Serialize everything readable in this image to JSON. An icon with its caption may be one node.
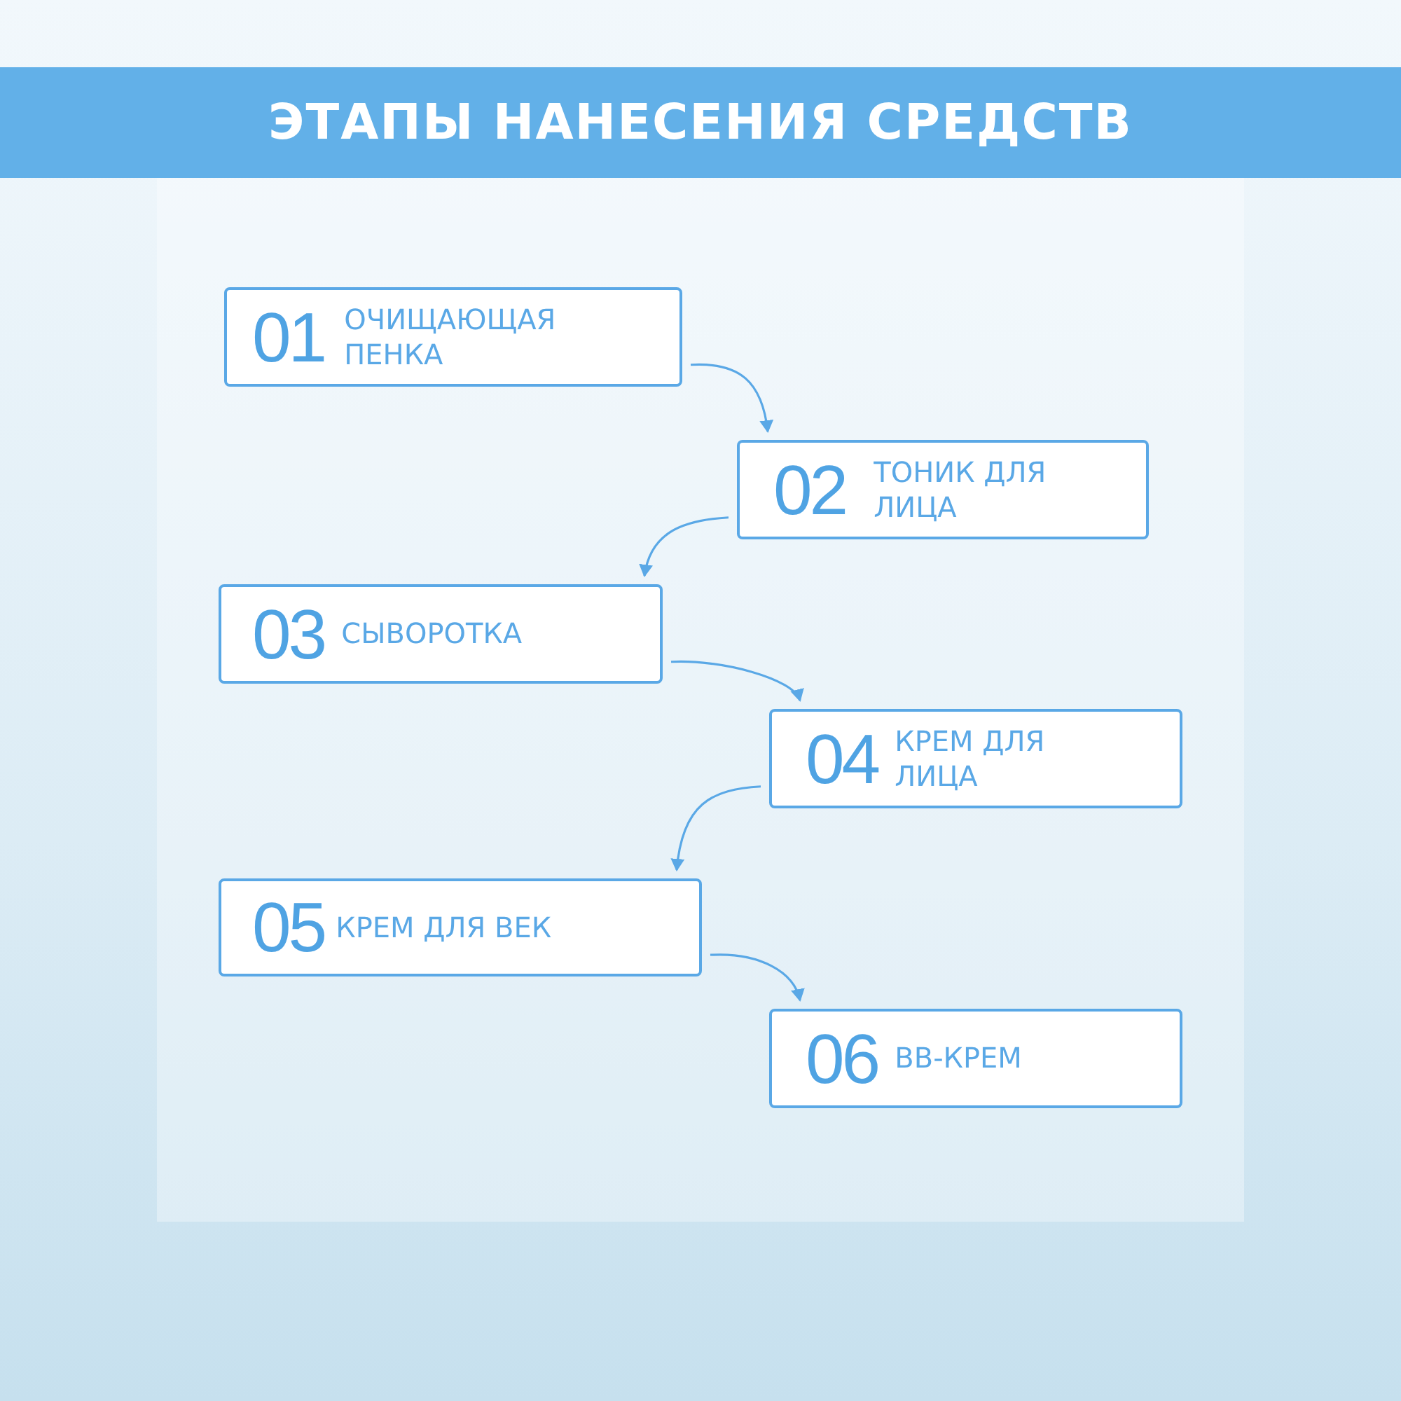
{
  "diagram": {
    "title": "ЭТАПЫ НАНЕСЕНИЯ СРЕДСТВ",
    "nodes": [
      {
        "text": [
          "01",
          "ОЧИЩАЮЩАЯ ПЕНКА"
        ]
      },
      {
        "text": [
          "02",
          "ТОНИК ДЛЯ ЛИЦА"
        ]
      },
      {
        "text": [
          "03",
          "СЫВОРОТКА"
        ]
      },
      {
        "text": [
          "04",
          "КРЕМ ДЛЯ ЛИЦА"
        ]
      },
      {
        "text": [
          "05",
          "КРЕМ ДЛЯ ВЕК"
        ]
      },
      {
        "text": [
          "06",
          "BB-КРЕМ"
        ]
      }
    ],
    "edges": [
      {
        "from": 0,
        "to": 1,
        "arrow": "to"
      },
      {
        "from": 1,
        "to": 2,
        "arrow": "to"
      },
      {
        "from": 2,
        "to": 3,
        "arrow": "to"
      },
      {
        "from": 3,
        "to": 4,
        "arrow": "to"
      },
      {
        "from": 4,
        "to": 5,
        "arrow": "to"
      }
    ]
  }
}
